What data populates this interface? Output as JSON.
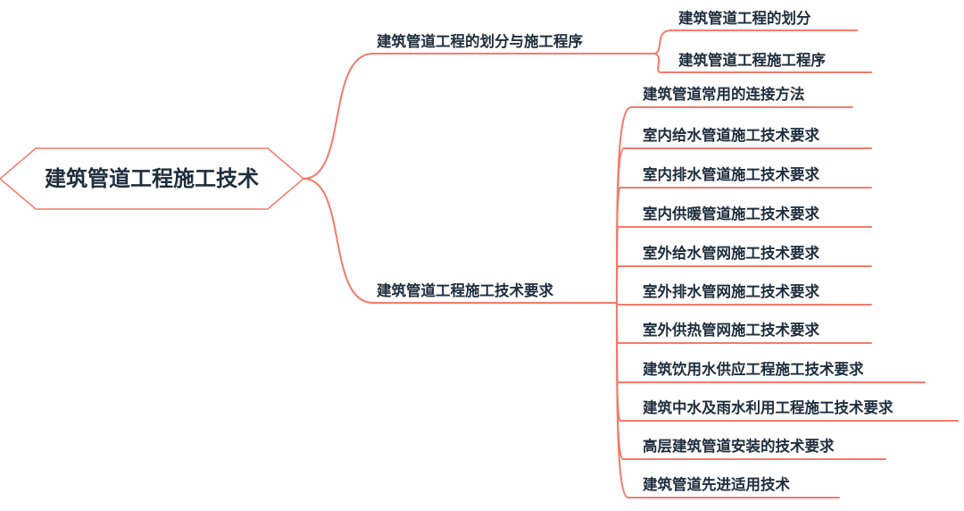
{
  "mindmap": {
    "root": "建筑管道工程施工技术",
    "branches": [
      {
        "label": "建筑管道工程的划分与施工程序",
        "children": [
          "建筑管道工程的划分",
          "建筑管道工程施工程序"
        ]
      },
      {
        "label": "建筑管道工程施工技术要求",
        "children": [
          "建筑管道常用的连接方法",
          "室内给水管道施工技术要求",
          "室内排水管道施工技术要求",
          "室内供暖管道施工技术要求",
          "室外给水管网施工技术要求",
          "室外排水管网施工技术要求",
          "室外供热管网施工技术要求",
          "建筑饮用水供应工程施工技术要求",
          "建筑中水及雨水利用工程施工技术要求",
          "高层建筑管道安装的技术要求",
          "建筑管道先进适用技术"
        ]
      }
    ],
    "colors": {
      "connector": "#f47b6b",
      "text": "#1f2d3d"
    }
  }
}
